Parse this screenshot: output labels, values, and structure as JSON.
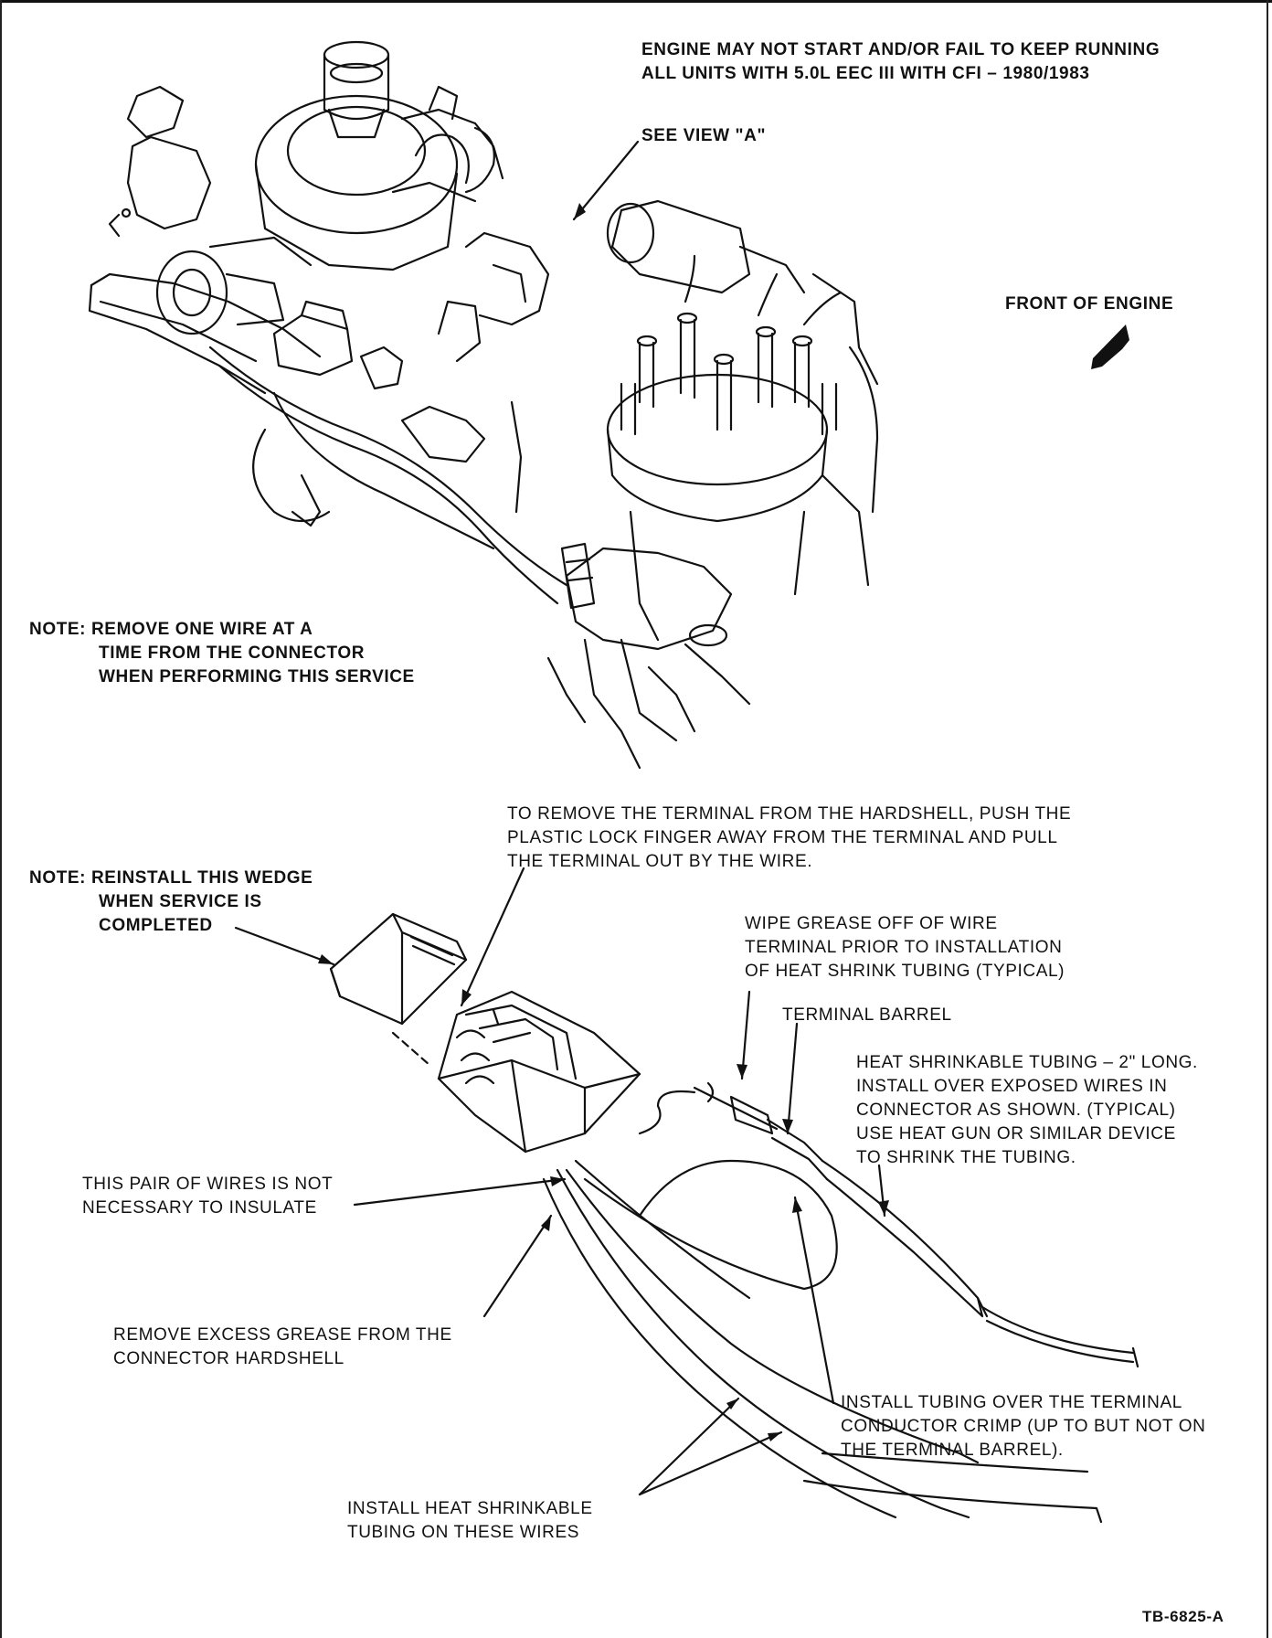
{
  "header": {
    "title_line1": "ENGINE MAY NOT START AND/OR FAIL TO KEEP RUNNING",
    "title_line2": "ALL UNITS WITH 5.0L EEC III WITH CFI – 1980/1983"
  },
  "callouts": {
    "see_view": "SEE VIEW \"A\"",
    "front_of_engine": "FRONT OF ENGINE",
    "note_remove_1": "NOTE: REMOVE ONE WIRE AT A",
    "note_remove_2": "TIME FROM THE CONNECTOR",
    "note_remove_3": "WHEN PERFORMING THIS SERVICE",
    "remove_terminal_1": "TO REMOVE THE TERMINAL FROM THE HARDSHELL, PUSH THE",
    "remove_terminal_2": "PLASTIC LOCK FINGER AWAY FROM THE TERMINAL AND PULL",
    "remove_terminal_3": "THE TERMINAL OUT BY THE WIRE.",
    "note_wedge_1": "NOTE: REINSTALL THIS WEDGE",
    "note_wedge_2": "WHEN SERVICE IS",
    "note_wedge_3": "COMPLETED",
    "wipe_grease_1": "WIPE GREASE OFF OF WIRE",
    "wipe_grease_2": "TERMINAL PRIOR TO INSTALLATION",
    "wipe_grease_3": "OF HEAT SHRINK TUBING (TYPICAL)",
    "terminal_barrel": "TERMINAL BARREL",
    "heat_tubing_1": "HEAT SHRINKABLE TUBING – 2\" LONG.",
    "heat_tubing_2": "INSTALL OVER EXPOSED WIRES IN",
    "heat_tubing_3": "CONNECTOR AS SHOWN. (TYPICAL)",
    "heat_tubing_4": "USE HEAT GUN OR SIMILAR DEVICE",
    "heat_tubing_5": "TO SHRINK THE TUBING.",
    "pair_wires_1": "THIS PAIR OF WIRES IS NOT",
    "pair_wires_2": "NECESSARY TO INSULATE",
    "remove_grease_1": "REMOVE EXCESS GREASE FROM THE",
    "remove_grease_2": "CONNECTOR HARDSHELL",
    "install_over_1": "INSTALL TUBING OVER THE TERMINAL",
    "install_over_2": "CONDUCTOR CRIMP (UP TO BUT NOT ON",
    "install_over_3": "THE TERMINAL BARREL).",
    "install_heat_1": "INSTALL HEAT SHRINKABLE",
    "install_heat_2": "TUBING ON THESE WIRES"
  },
  "footer": {
    "figure_id": "TB-6825-A"
  }
}
